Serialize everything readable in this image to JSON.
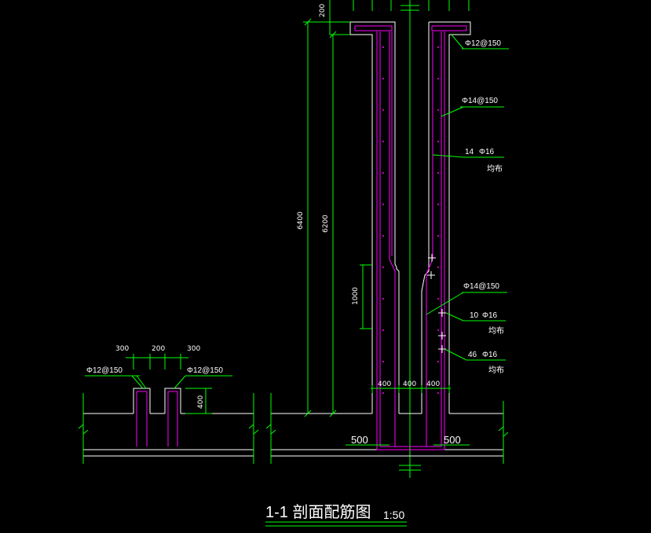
{
  "dims": {
    "top_cap": "200",
    "overall_height": "6400",
    "clear_height": "6200",
    "haunch_height": "1000",
    "wall_left": "400",
    "gap_middle": "400",
    "wall_right": "400",
    "base_left": "500",
    "base_right": "500",
    "small_left": "300",
    "small_mid": "200",
    "small_right": "300",
    "small_height": "400"
  },
  "rebar": {
    "r1": "Φ12@150",
    "r2": "Φ14@150",
    "r3_count": "14",
    "r3_bar": "Φ16",
    "r3_note": "均布",
    "r4": "Φ14@150",
    "r5_count": "10",
    "r5_bar": "Φ16",
    "r5_note": "均布",
    "r6_count": "46",
    "r6_bar": "Φ16",
    "r6_note": "均布",
    "small_left": "Φ12@150",
    "small_right": "Φ12@150"
  },
  "title": {
    "text": "1-1  剖面配筋图",
    "scale": "1:50"
  },
  "colors": {
    "concrete": "#ffffff",
    "rebar": "#ff00ff",
    "dimension": "#00ff00",
    "background": "#000000"
  }
}
